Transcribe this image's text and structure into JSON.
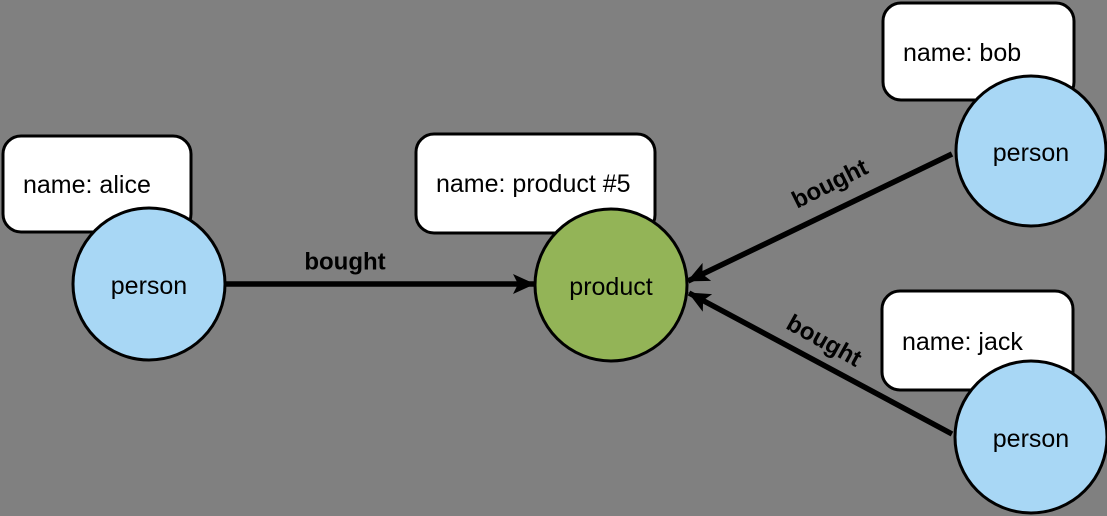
{
  "canvas": {
    "background": "#808080"
  },
  "colors": {
    "person_fill": "#A8D7F5",
    "product_fill": "#93B457",
    "node_stroke": "#000000",
    "box_fill": "#FFFFFF",
    "box_stroke": "#000000",
    "edge_color": "#000000",
    "text_color": "#000000"
  },
  "nodes": {
    "alice": {
      "label": "person",
      "property": "name: alice"
    },
    "bob": {
      "label": "person",
      "property": "name: bob"
    },
    "jack": {
      "label": "person",
      "property": "name: jack"
    },
    "product": {
      "label": "product",
      "property": "name: product #5"
    }
  },
  "edges": {
    "alice_product": {
      "label": "bought"
    },
    "bob_product": {
      "label": "bought"
    },
    "jack_product": {
      "label": "bought"
    }
  }
}
